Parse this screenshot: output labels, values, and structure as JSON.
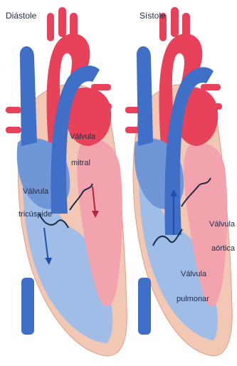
{
  "panels": {
    "left": {
      "title": "Diástole",
      "labels": {
        "mitral": [
          "Válvula",
          "mitral"
        ],
        "tricuspid": [
          "Válvula",
          "tricúspide"
        ]
      }
    },
    "right": {
      "title": "Sístole",
      "labels": {
        "aortic": [
          "Válvula",
          "aórtica"
        ],
        "pulmonary": [
          "Válvula",
          "pulmonar"
        ]
      }
    }
  },
  "colors": {
    "oxygenated": "#e8425a",
    "oxygenated_light": "#f3a3ad",
    "deoxygenated": "#3f6fc6",
    "deoxygenated_light": "#9fbde6",
    "muscle": "#f2c7b4",
    "text": "#1f2a44"
  }
}
